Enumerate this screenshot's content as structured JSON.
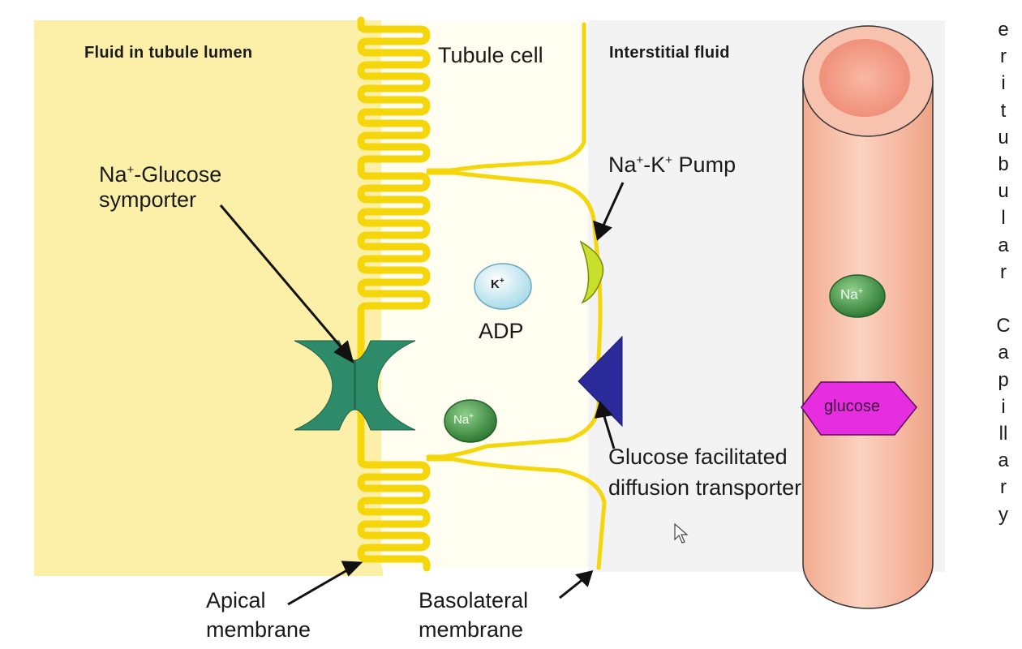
{
  "labels": {
    "lumen": "Fluid in tubule lumen",
    "tubule_cell": "Tubule cell",
    "interstitial": "Interstitial fluid",
    "symporter_sym": "Na",
    "symporter_sup": "+",
    "symporter_rest": "-Glucose",
    "symporter_line2": "symporter",
    "pump_na": "Na",
    "pump_sup1": "+",
    "pump_k": "-K",
    "pump_sup2": "+",
    "pump_rest": " Pump",
    "adp": "ADP",
    "glut_line1": "Glucose facilitated",
    "glut_line2": "diffusion transporter",
    "apical_line1": "Apical",
    "apical_line2": "membrane",
    "baso_line1": "Basolateral",
    "baso_line2": "membrane"
  },
  "ions": {
    "k_sym": "K",
    "k_sup": "+",
    "na_cell_sym": "Na",
    "na_cell_sup": "+",
    "na_cap_sym": "Na",
    "na_cap_sup": "+",
    "glucose": "glucose"
  },
  "capillary_vertical_label": [
    "e",
    "r",
    "i",
    "t",
    "u",
    "b",
    "u",
    "l",
    "a",
    "r",
    "",
    "C",
    "a",
    "p",
    "i",
    "ll",
    "a",
    "r",
    "y"
  ],
  "colors": {
    "lumen_fill": "#fcf0a8",
    "membrane": "#f5d60a",
    "capillary": "#f6bfa6",
    "symporter": "#2e8b6a",
    "pump": "#c9e02a",
    "glut": "#2a2a9a",
    "glucose": "#e62ee0"
  }
}
